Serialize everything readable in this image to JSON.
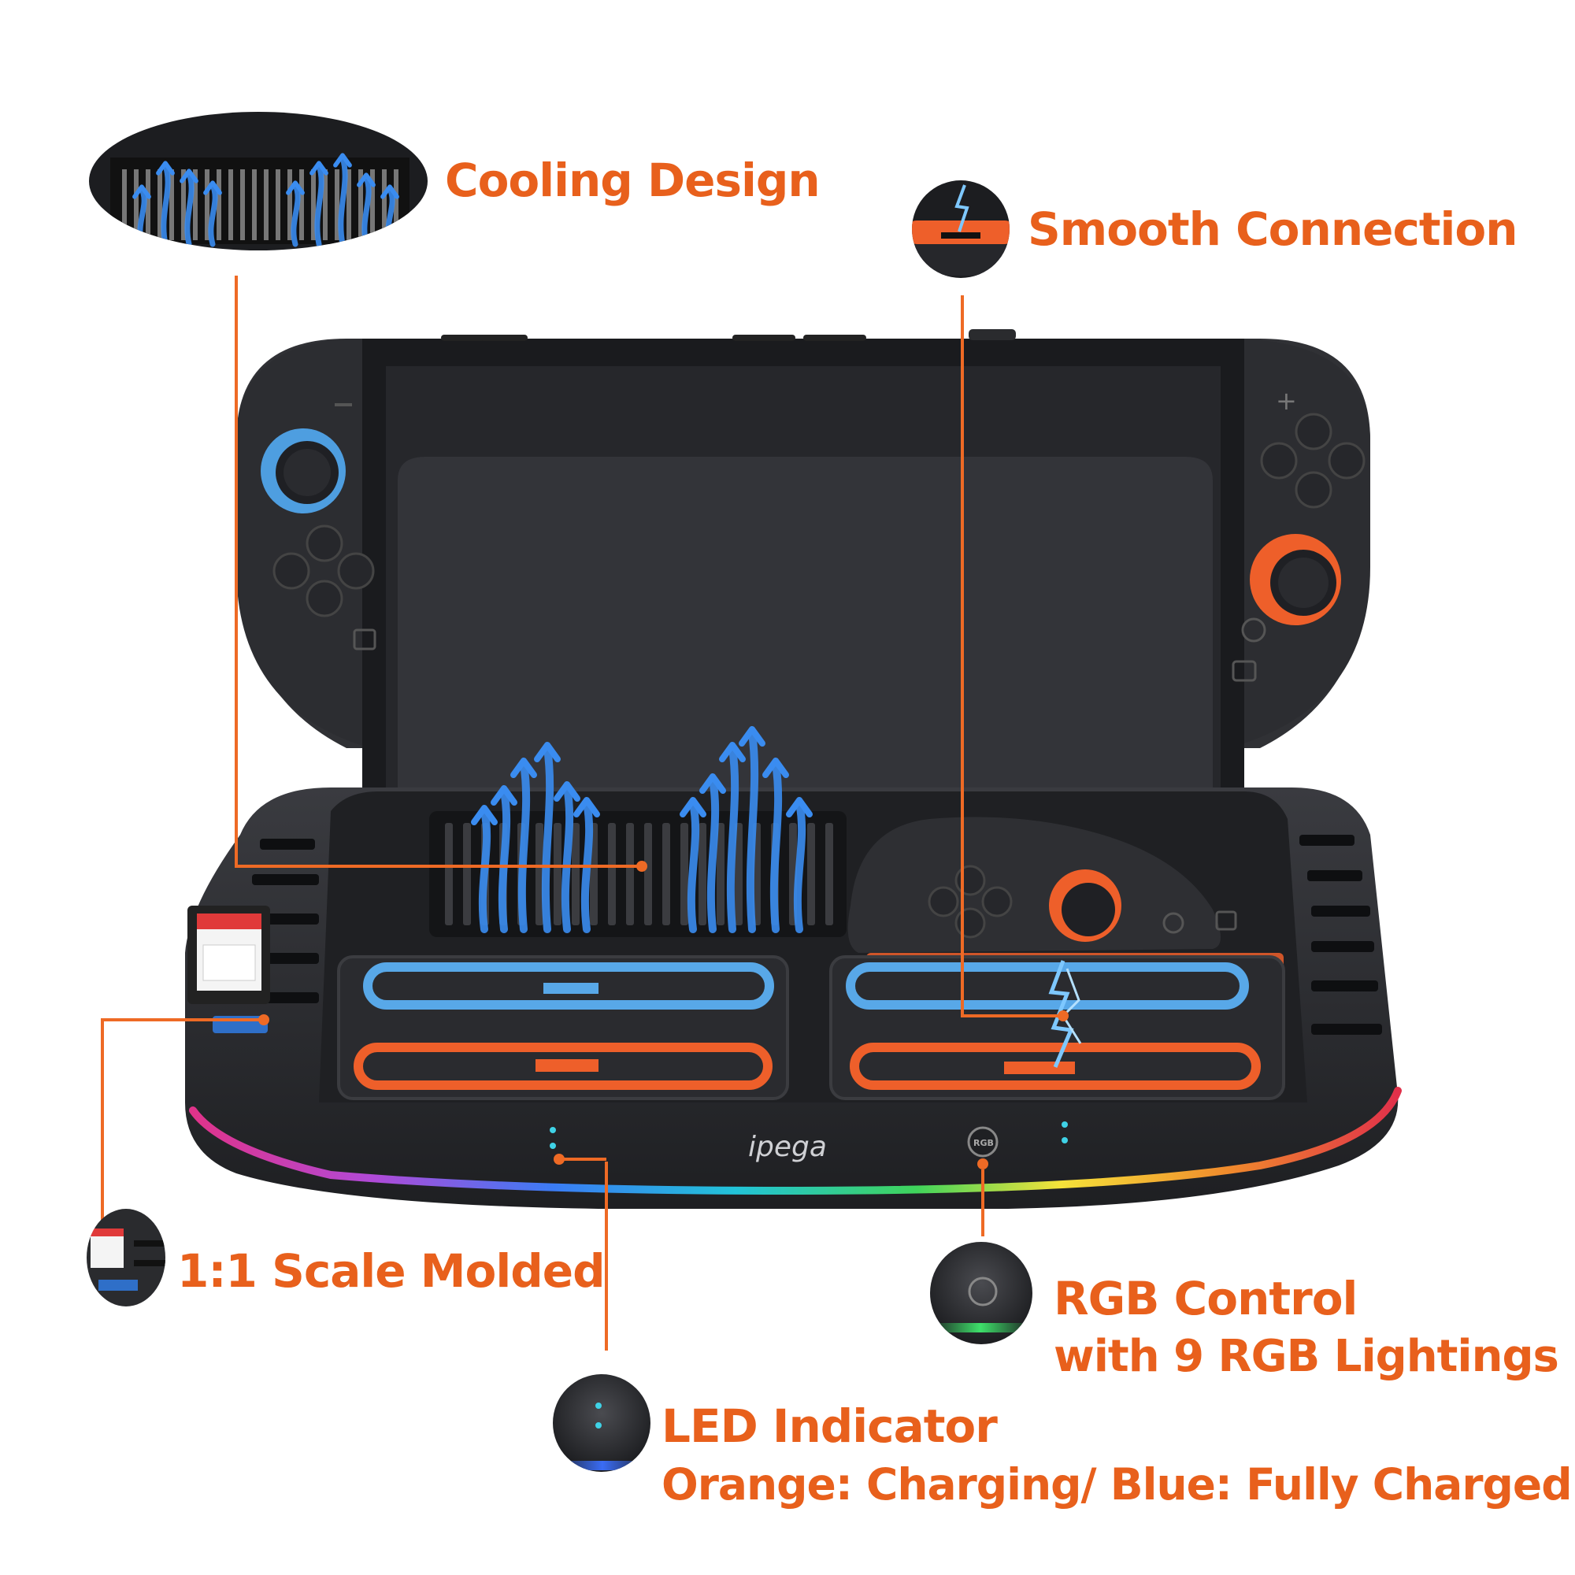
{
  "brand": {
    "logo_text": "ipega",
    "rgb_button_text": "RGB"
  },
  "callouts": {
    "cooling": "Cooling Design",
    "connection": "Smooth Connection",
    "scale": "1:1 Scale Molded",
    "rgb_line1": "RGB Control",
    "rgb_line2": "with 9 RGB Lightings",
    "led_line1": "LED Indicator",
    "led_line2": "Orange: Charging/ Blue: Fully Charged"
  },
  "colors": {
    "label_orange": "#e8601c",
    "line_orange": "#ee6a25",
    "device_dark": "#2b2c30",
    "slot_blue": "#58a8e8",
    "slot_orange": "#ee5f2a",
    "airflow_blue": "#3a8cf0"
  },
  "icons": [
    "airflow-arrow-icon",
    "lightning-icon",
    "rgb-button-icon",
    "led-dot-icon",
    "game-card-icon"
  ]
}
